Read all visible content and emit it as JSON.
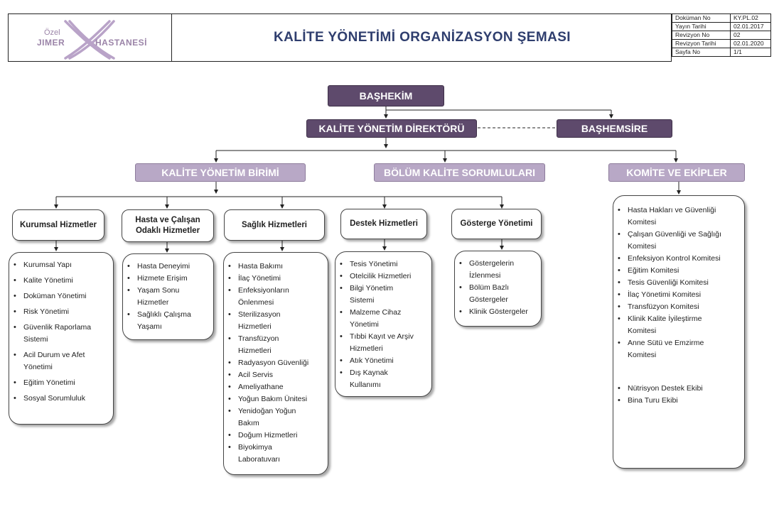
{
  "header": {
    "logo": {
      "ozel": "Özel",
      "jimer": "JIMER",
      "hastanesi": "HASTANESİ"
    },
    "title": "KALİTE YÖNETİMİ ORGANİZASYON ŞEMASI",
    "meta": [
      {
        "key": "Doküman No",
        "value": "KY.PL.02"
      },
      {
        "key": "Yayın Tarihi",
        "value": "02.01.2017"
      },
      {
        "key": "Revizyon No",
        "value": "02"
      },
      {
        "key": "Revizyon Tarihi",
        "value": "02.01.2020"
      },
      {
        "key": "Sayfa No",
        "value": "1/1"
      }
    ]
  },
  "colors": {
    "dark": "#5e4a6c",
    "light": "#b8a8c6",
    "title": "#2f3e6e"
  },
  "chart": {
    "bashekim": "BAŞHEKİM",
    "direktor": "KALİTE YÖNETİM DİREKTÖRÜ",
    "bashemsire": "BAŞHEMSİRE",
    "birim": "KALİTE YÖNETİM BİRİMİ",
    "bolum": "BÖLÜM KALİTE SORUMLULARI",
    "komite": "KOMİTE VE EKİPLER"
  },
  "departments": [
    {
      "title": "Kurumsal Hizmetler",
      "items": [
        "Kurumsal Yapı",
        "Kalite Yönetimi",
        "Doküman Yönetimi",
        "Risk Yönetimi",
        "Güvenlik Raporlama Sistemi",
        "Acil Durum ve Afet Yönetimi",
        "Eğitim Yönetimi",
        "Sosyal Sorumluluk"
      ]
    },
    {
      "title": "Hasta ve Çalışan Odaklı Hizmetler",
      "items": [
        "Hasta Deneyimi",
        "Hizmete Erişim",
        "Yaşam Sonu Hizmetler",
        "Sağlıklı Çalışma Yaşamı"
      ]
    },
    {
      "title": "Sağlık Hizmetleri",
      "items": [
        "Hasta Bakımı",
        "İlaç Yönetimi",
        "Enfeksiyonların Önlenmesi",
        "Sterilizasyon Hizmetleri",
        "Transfüzyon Hizmetleri",
        "Radyasyon Güvenliği",
        "Acil Servis",
        "Ameliyathane",
        "Yoğun Bakım Ünitesi",
        "Yenidoğan Yoğun Bakım",
        "Doğum Hizmetleri",
        "Biyokimya Laboratuvarı"
      ]
    },
    {
      "title": "Destek Hizmetleri",
      "items": [
        "Tesis Yönetimi",
        "Otelcilik Hizmetleri",
        "Bilgi Yönetim Sistemi",
        "Malzeme Cihaz Yönetimi",
        "Tıbbi Kayıt ve Arşiv Hizmetleri",
        "Atık Yönetimi",
        "Dış Kaynak Kullanımı"
      ]
    },
    {
      "title": "Gösterge Yönetimi",
      "items": [
        "Göstergelerin İzlenmesi",
        "Bölüm Bazlı Göstergeler",
        "Klinik Göstergeler"
      ]
    }
  ],
  "komiteler": [
    "Hasta Hakları ve Güvenliği Komitesi",
    "Çalışan Güvenliği  ve Sağlığı Komitesi",
    "Enfeksiyon Kontrol  Komitesi",
    "Eğitim Komitesi",
    "Tesis Güvenliği Komitesi",
    "İlaç Yönetimi Komitesi",
    "Transfüzyon Komitesi",
    "Klinik Kalite İyileştirme Komitesi",
    "Anne Sütü ve Emzirme Komitesi"
  ],
  "ekipler": [
    "Nütrisyon Destek Ekibi",
    "Bina Turu Ekibi"
  ]
}
